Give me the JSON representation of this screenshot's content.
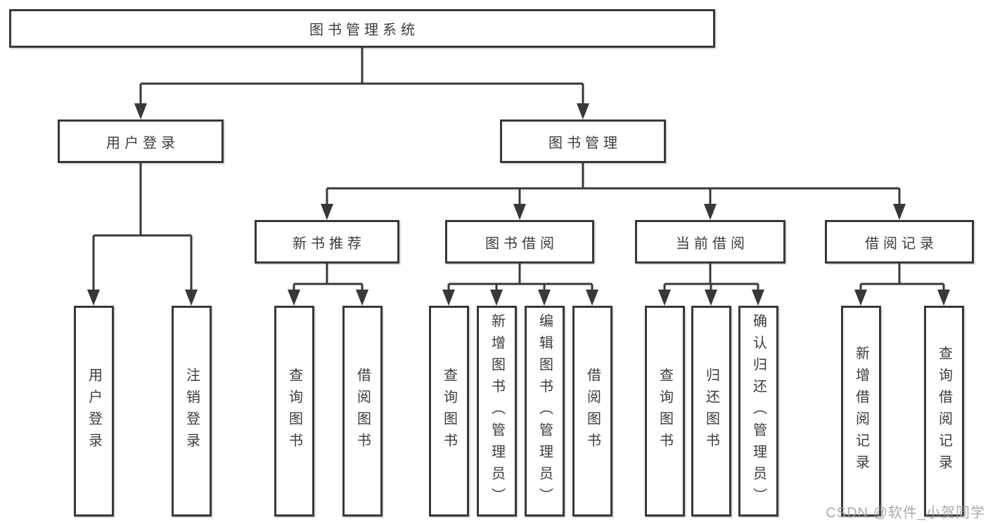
{
  "diagram": {
    "watermark": "CSDN @软件_小贺同学",
    "colors": {
      "line": "#383838",
      "text": "#3c3c3c",
      "watermark": "#9b9b9b",
      "bg": "#ffffff"
    },
    "root": {
      "label": "图书管理系统"
    },
    "branches": [
      {
        "label": "用户登录",
        "children": [
          {
            "label": "用户登录"
          },
          {
            "label": "注销登录"
          }
        ]
      },
      {
        "label": "图书管理",
        "children": [
          {
            "label": "新书推荐",
            "children": [
              {
                "label": "查询图书"
              },
              {
                "label": "借阅图书"
              }
            ]
          },
          {
            "label": "图书借阅",
            "children": [
              {
                "label": "查询图书"
              },
              {
                "label": "新增图书（管理员）"
              },
              {
                "label": "编辑图书（管理员）"
              },
              {
                "label": "借阅图书"
              }
            ]
          },
          {
            "label": "当前借阅",
            "children": [
              {
                "label": "查询图书"
              },
              {
                "label": "归还图书"
              },
              {
                "label": "确认归还（管理员）"
              }
            ]
          },
          {
            "label": "借阅记录",
            "children": [
              {
                "label": "新增借阅记录"
              },
              {
                "label": "查询借阅记录"
              }
            ]
          }
        ]
      }
    ]
  }
}
